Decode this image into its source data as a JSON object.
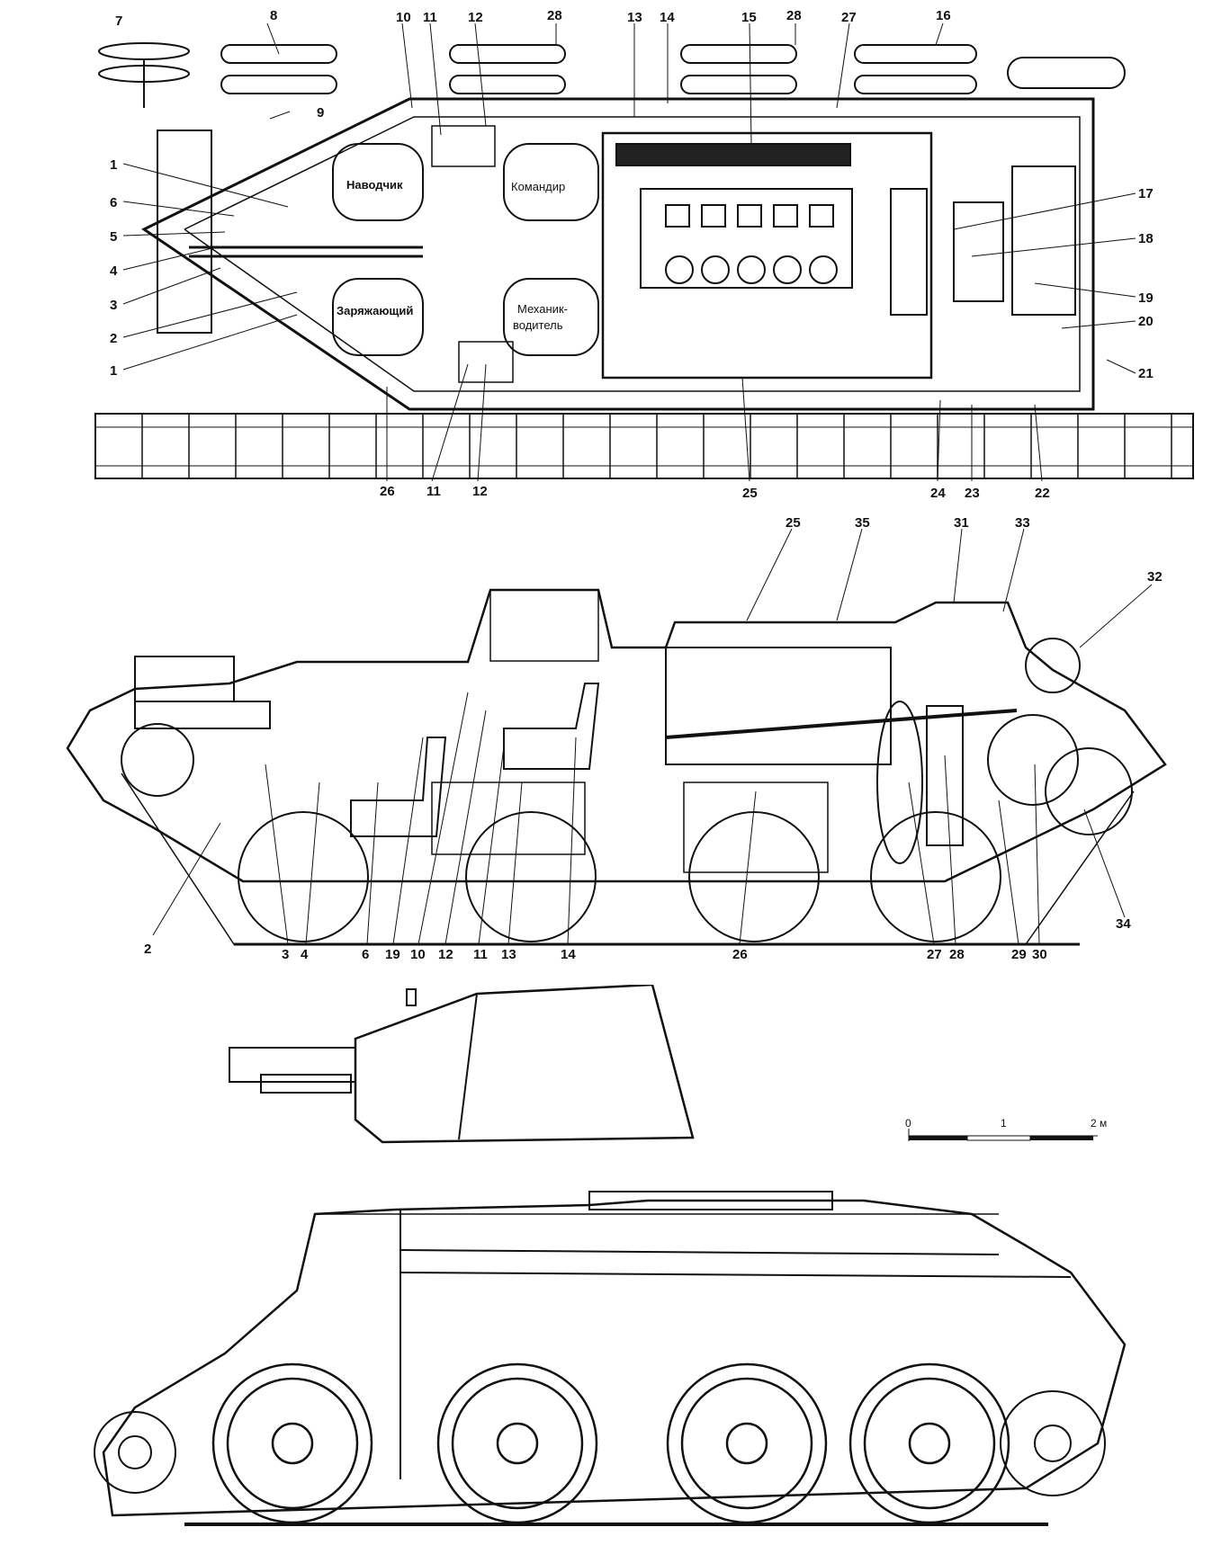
{
  "plan_view": {
    "crew_positions": {
      "gunner": "Наводчик",
      "commander": "Командир",
      "loader": "Заряжающий",
      "driver_line1": "Механик-",
      "driver_line2": "водитель"
    },
    "callouts": {
      "top": [
        "7",
        "8",
        "10",
        "11",
        "12",
        "28",
        "13",
        "14",
        "15",
        "28",
        "27",
        "16"
      ],
      "left": [
        "9",
        "1",
        "6",
        "5",
        "4",
        "3",
        "2",
        "1"
      ],
      "right": [
        "17",
        "18",
        "19",
        "20",
        "21"
      ],
      "bottom": [
        "26",
        "11",
        "12",
        "25",
        "24",
        "23",
        "22"
      ]
    }
  },
  "side_section_view": {
    "callouts": {
      "top": [
        "25",
        "35",
        "31",
        "33",
        "32"
      ],
      "bottom": [
        "2",
        "3",
        "4",
        "6",
        "19",
        "10",
        "12",
        "11",
        "13",
        "14",
        "26",
        "27",
        "28",
        "29",
        "30",
        "34"
      ]
    }
  },
  "side_profile_view": {
    "scale_bar": {
      "labels": [
        "0",
        "1",
        "2 м"
      ]
    }
  }
}
